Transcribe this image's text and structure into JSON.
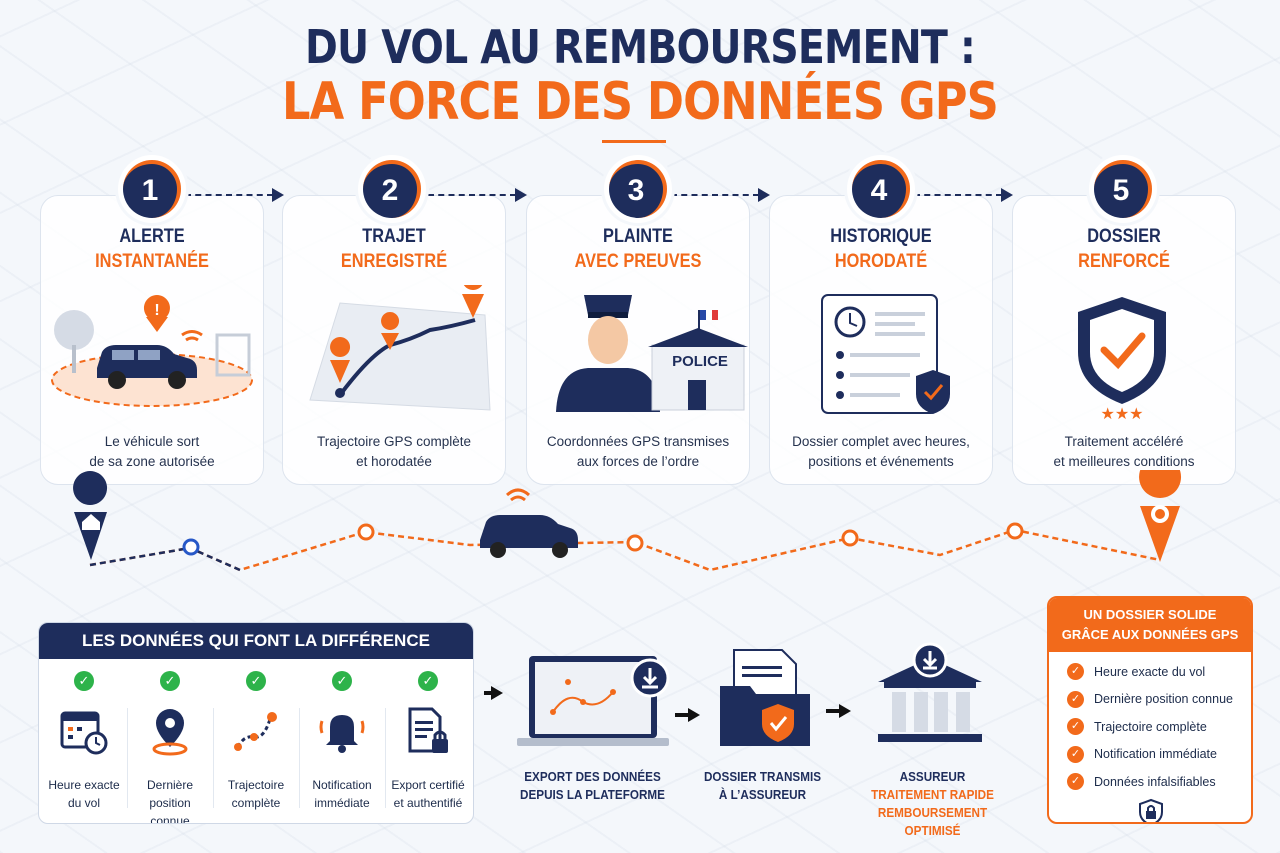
{
  "title": {
    "line1": "DU VOL AU REMBOURSEMENT :",
    "line2": "LA FORCE DES DONNÉES GPS"
  },
  "steps": [
    {
      "num": "1",
      "title1": "ALERTE",
      "title2": "INSTANTANÉE",
      "desc1": "Le véhicule sort",
      "desc2": "de sa zone autorisée"
    },
    {
      "num": "2",
      "title1": "TRAJET",
      "title2": "ENREGISTRÉ",
      "desc1": "Trajectoire GPS complète",
      "desc2": "et horodatée"
    },
    {
      "num": "3",
      "title1": "PLAINTE",
      "title2": "AVEC PREUVES",
      "desc1": "Coordonnées GPS transmises",
      "desc2": "aux forces de l’ordre"
    },
    {
      "num": "4",
      "title1": "HISTORIQUE",
      "title2": "HORODATÉ",
      "desc1": "Dossier complet avec heures,",
      "desc2": "positions et événements"
    },
    {
      "num": "5",
      "title1": "DOSSIER",
      "title2": "RENFORCÉ",
      "desc1": "Traitement accéléré",
      "desc2": "et meilleures conditions"
    }
  ],
  "police_label": "POLICE",
  "data_box": {
    "title": "LES DONNÉES QUI FONT LA DIFFÉRENCE",
    "items": [
      {
        "l1": "Heure exacte",
        "l2": "du vol",
        "icon": "calendar-clock-icon"
      },
      {
        "l1": "Dernière position",
        "l2": "connue",
        "icon": "map-pin-icon"
      },
      {
        "l1": "Trajectoire",
        "l2": "complète",
        "icon": "route-icon"
      },
      {
        "l1": "Notification",
        "l2": "immédiate",
        "icon": "bell-icon"
      },
      {
        "l1": "Export certifié",
        "l2": "et authentifié",
        "icon": "locked-document-icon"
      }
    ]
  },
  "flow": {
    "export": {
      "l1": "EXPORT DES DONNÉES",
      "l2": "DEPUIS LA PLATEFORME"
    },
    "dossier": {
      "l1": "DOSSIER TRANSMIS",
      "l2": "À L’ASSUREUR"
    },
    "assureur": {
      "l1": "ASSUREUR",
      "l2": "TRAITEMENT RAPIDE",
      "l3": "REMBOURSEMENT OPTIMISÉ"
    }
  },
  "solid_box": {
    "title1": "UN DOSSIER SOLIDE",
    "title2": "GRÂCE AUX DONNÉES GPS",
    "items": [
      "Heure exacte du vol",
      "Dernière position connue",
      "Trajectoire complète",
      "Notification immédiate",
      "Données infalsifiables"
    ]
  },
  "colors": {
    "navy": "#1e2d5c",
    "orange": "#f26a1b",
    "green": "#2db34a"
  }
}
